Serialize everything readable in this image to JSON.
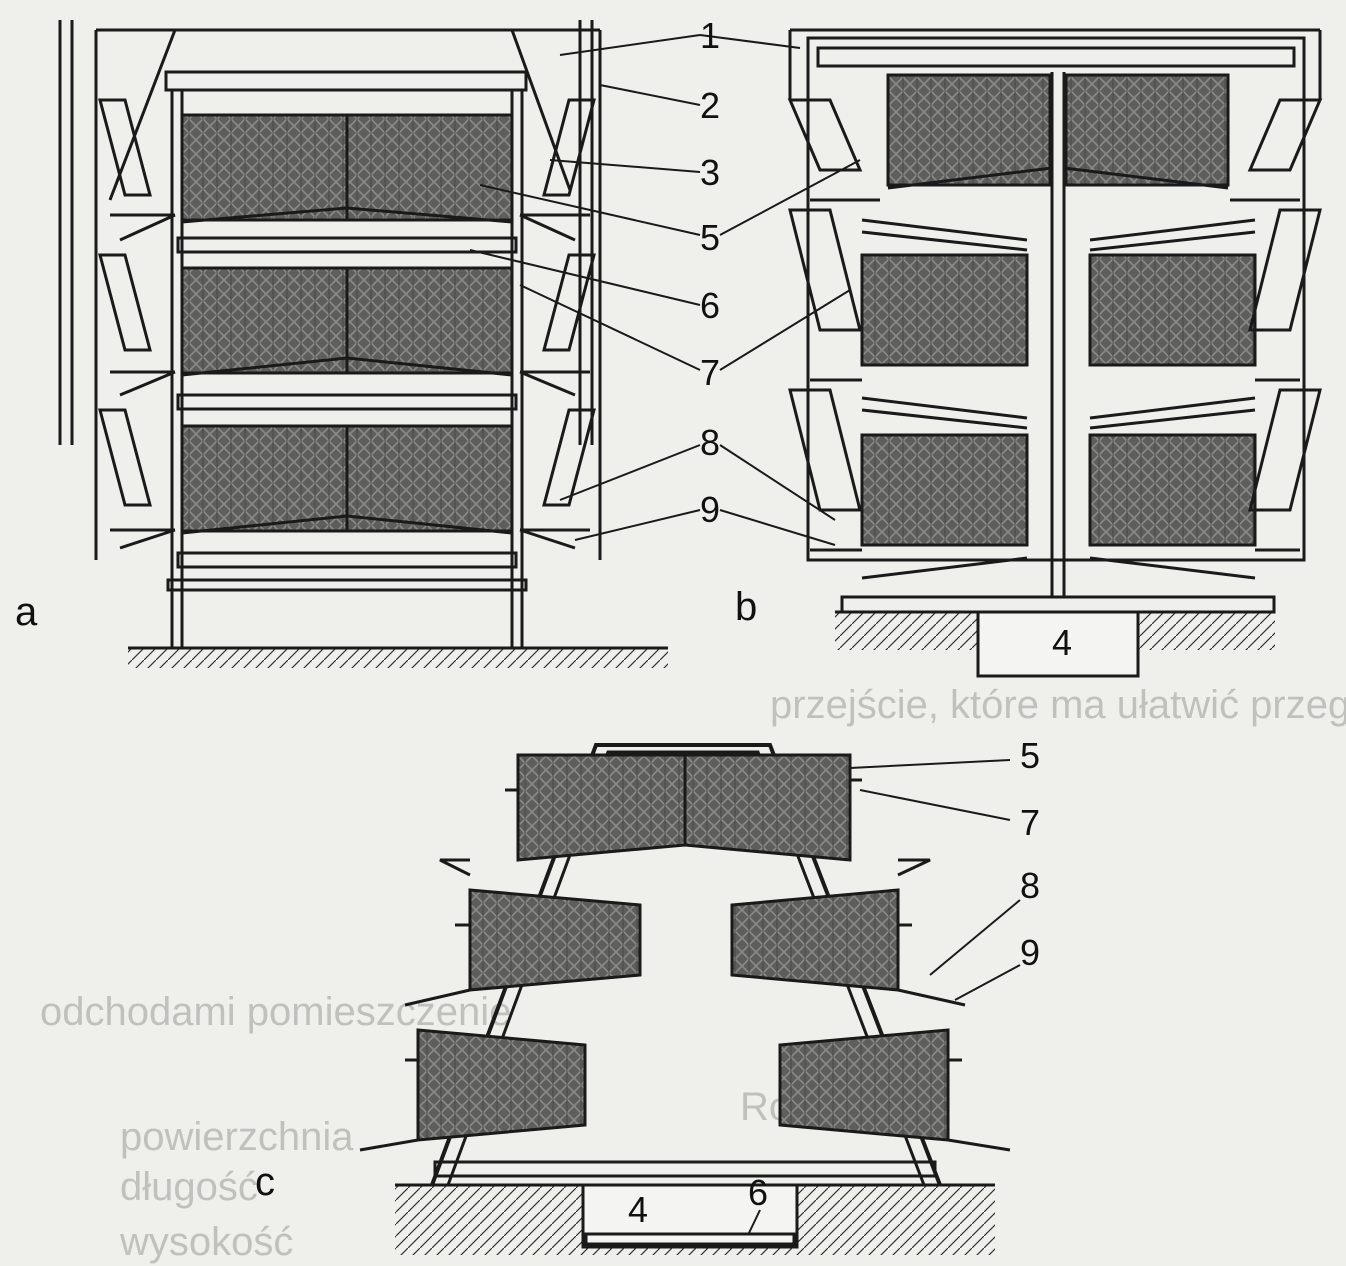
{
  "diagram": {
    "panels": {
      "a": "a",
      "b": "b",
      "c": "c"
    },
    "callouts": {
      "n1": "1",
      "n2": "2",
      "n3": "3",
      "n4_b": "4",
      "n4_c": "4",
      "n5_a": "5",
      "n5_c": "5",
      "n6_a": "6",
      "n6_c": "6",
      "n7_a": "7",
      "n7_c": "7",
      "n8_a": "8",
      "n8_c": "8",
      "n9_a": "9",
      "n9_c": "9"
    },
    "show_through_text": [
      "przejście, które ma ułatwić przeglądy, wstawianie",
      "odchodami pomieszczenie",
      "Rodzaj",
      "powierzchnia",
      "długość",
      "wysokość"
    ],
    "colors": {
      "line": "#1a1a1a",
      "cage_fill": "#5a5a58",
      "paper": "#efefec"
    }
  }
}
